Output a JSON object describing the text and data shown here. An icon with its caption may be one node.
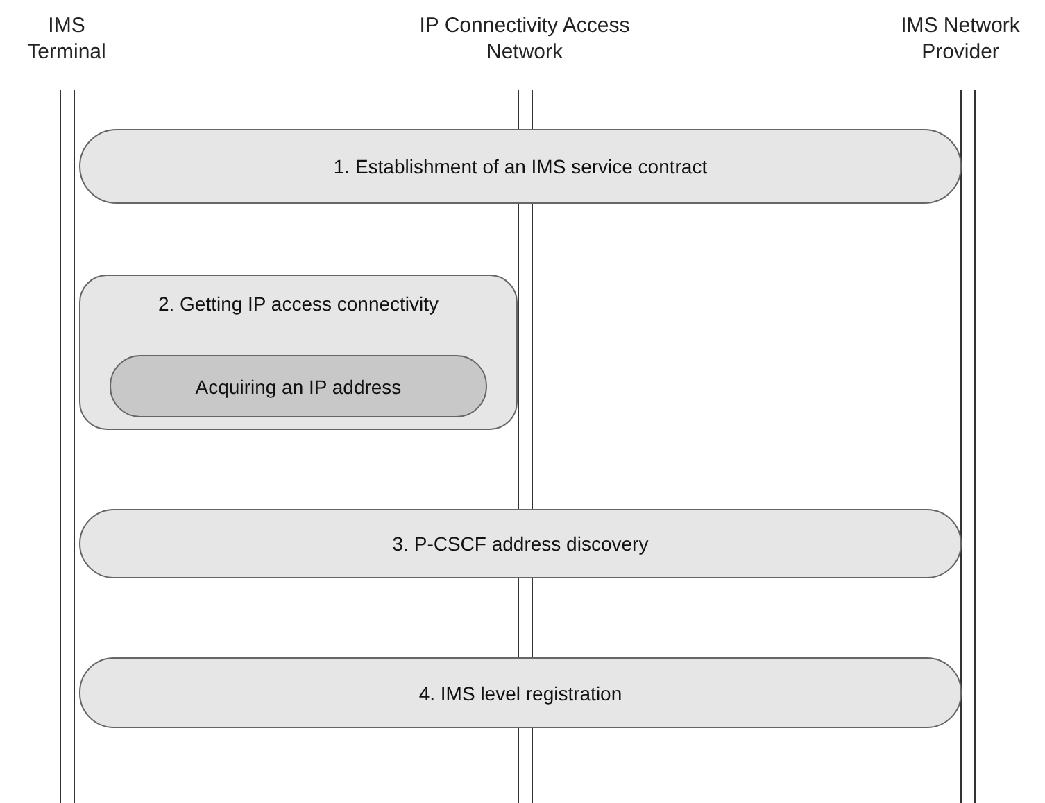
{
  "diagram": {
    "nodes": [
      {
        "text": [
          "IMS Terminal"
        ]
      },
      {
        "text": [
          "IP Connectivity Access Network"
        ]
      },
      {
        "text": [
          "IMS Network Provider"
        ]
      },
      {
        "text": [
          "1. Establishment of an IMS service contract"
        ]
      },
      {
        "text": [
          "2. Getting IP access connectivity"
        ]
      },
      {
        "text": [
          "Acquiring an IP address"
        ],
        "in": 4
      },
      {
        "text": [
          "3. P-CSCF address discovery"
        ]
      },
      {
        "text": [
          "4. IMS level registration"
        ]
      }
    ]
  }
}
